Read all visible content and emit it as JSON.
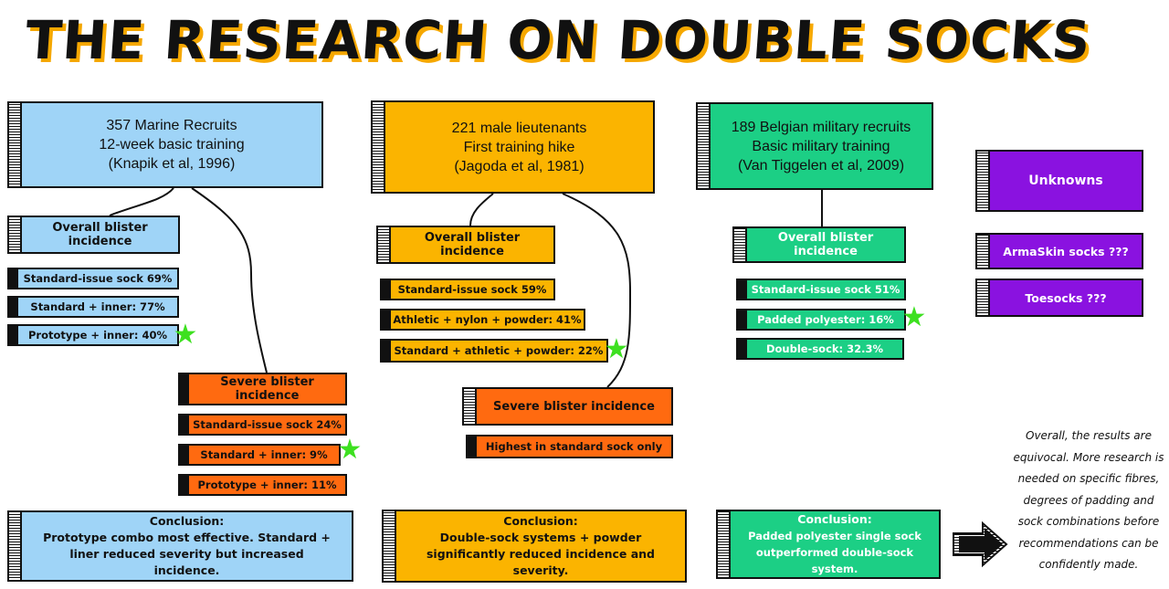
{
  "title": "THE RESEARCH ON DOUBLE SOCKS",
  "studies": [
    {
      "lines": [
        "357 Marine Recruits",
        "12-week basic training",
        "(Knapik et al, 1996)"
      ],
      "overall_label": "Overall blister incidence",
      "overall_items": [
        "Standard-issue sock 69%",
        "Standard + inner: 77%",
        "Prototype + inner: 40%"
      ],
      "severe_label": "Severe blister incidence",
      "severe_items": [
        "Standard-issue sock 24%",
        "Standard + inner: 9%",
        "Prototype + inner: 11%"
      ],
      "conclusion_title": "Conclusion:",
      "conclusion_text": "Prototype combo most effective. Standard + liner reduced severity but increased incidence."
    },
    {
      "lines": [
        "221 male lieutenants",
        "First training hike",
        "(Jagoda et al, 1981)"
      ],
      "overall_label": "Overall blister incidence",
      "overall_items": [
        "Standard-issue sock 59%",
        "Athletic + nylon + powder: 41%",
        "Standard + athletic + powder: 22%"
      ],
      "severe_label": "Severe blister incidence",
      "severe_items": [
        "Highest in standard sock only"
      ],
      "conclusion_title": "Conclusion:",
      "conclusion_text": "Double-sock systems + powder significantly reduced incidence and severity."
    },
    {
      "lines": [
        "189 Belgian military recruits",
        "Basic military training",
        "(Van Tiggelen et al, 2009)"
      ],
      "overall_label": "Overall blister incidence",
      "overall_items": [
        "Standard-issue sock 51%",
        "Padded polyester: 16%",
        "Double-sock: 32.3%"
      ],
      "conclusion_title": "Conclusion:",
      "conclusion_text": "Padded polyester single sock outperformed double-sock system."
    }
  ],
  "unknowns": {
    "title": "Unknowns",
    "items": [
      "ArmaSkin socks ???",
      "Toesocks ???"
    ]
  },
  "summary_note": "Overall, the results are equivocal. More research is needed on specific fibres, degrees of padding and sock combinations before recommendations can be confidently made.",
  "colors": {
    "study1": "#9fd4f7",
    "study2": "#fbb400",
    "study3": "#1ccf85",
    "unknowns": "#8a12e0",
    "severe": "#ff6a10",
    "star": "#3de020",
    "title_shadow": "#f6a800"
  },
  "icons": {
    "star": "star-icon",
    "arrow": "arrow-right-icon"
  }
}
